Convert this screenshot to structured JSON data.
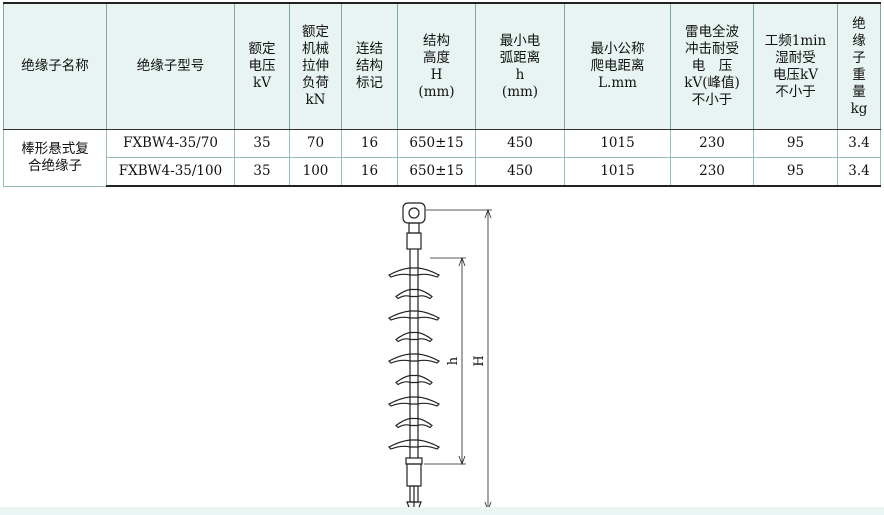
{
  "table": {
    "headers": [
      "绝缘子名称",
      "绝缘子型号",
      "额定\n电压\nkV",
      "额定\n机械\n拉伸\n负荷\nkN",
      "连结\n结构\n标记",
      "结构\n高度\nH\n(mm)",
      "最小电\n弧距离\nh\n(mm)",
      "最小公称\n爬电距离\nL.mm",
      "雷电全波\n冲击耐受\n电　压\nkV(峰值)\n不小于",
      "工频1min\n湿耐受\n电压kV\n不小于",
      "绝\n缘\n子\n重\n量\nkg"
    ],
    "name_cell": "棒形悬式复\n合绝缘子",
    "rows": [
      [
        "FXBW4-35/70",
        "35",
        "70",
        "16",
        "650±15",
        "450",
        "1015",
        "230",
        "95",
        "3.4"
      ],
      [
        "FXBW4-35/100",
        "35",
        "100",
        "16",
        "650±15",
        "450",
        "1015",
        "230",
        "95",
        "3.4"
      ]
    ]
  },
  "drawing": {
    "label_h": "h",
    "label_H": "H",
    "shed_count": 9
  },
  "colors": {
    "header_bg": "#e7f4f1",
    "grid_line": "#7fa7a7"
  }
}
